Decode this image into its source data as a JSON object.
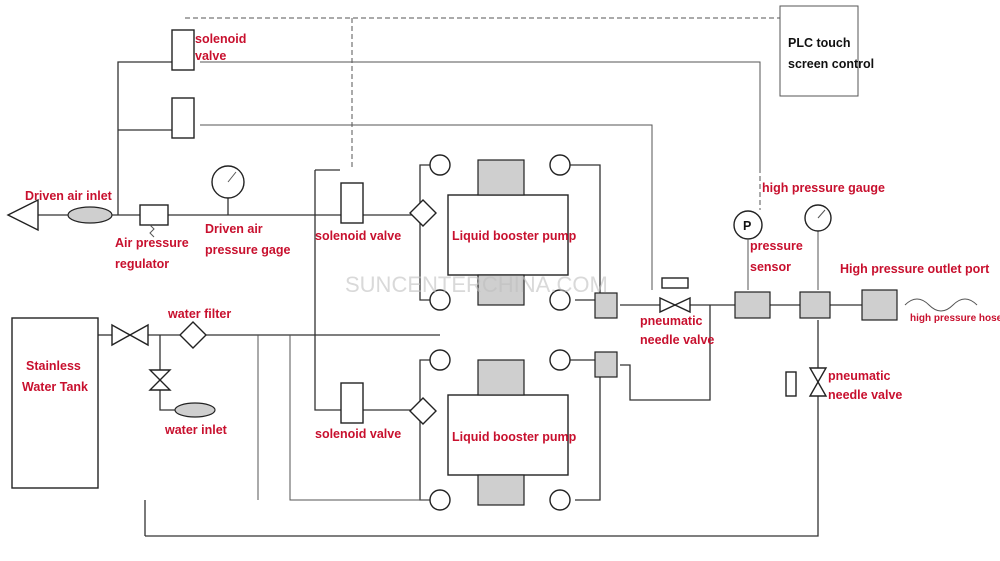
{
  "labels": {
    "driven_air_inlet": "Driven air inlet",
    "solenoid_valve_top_1": "solenoid",
    "solenoid_valve_top_2": "valve",
    "plc_1": "PLC touch",
    "plc_2": "screen control",
    "air_pressure_regulator_1": "Air pressure",
    "air_pressure_regulator_2": "regulator",
    "driven_air_pressure_gage_1": "Driven air",
    "driven_air_pressure_gage_2": "pressure gage",
    "solenoid_valve_mid": "solenoid valve",
    "liquid_booster_pump_upper": "Liquid booster pump",
    "high_pressure_gauge": "high pressure gauge",
    "pressure_sensor_1": "pressure",
    "pressure_sensor_2": "sensor",
    "high_pressure_outlet_port": "High pressure outlet port",
    "high_pressure_hose": "high pressure hose",
    "water_filter": "water filter",
    "stainless_water_tank_1": "Stainless",
    "stainless_water_tank_2": "Water Tank",
    "pneumatic_needle_valve_mid_1": "pneumatic",
    "pneumatic_needle_valve_mid_2": "needle valve",
    "pneumatic_needle_valve_right_1": "pneumatic",
    "pneumatic_needle_valve_right_2": "needle valve",
    "water_inlet": "water inlet",
    "solenoid_valve_low": "solenoid valve",
    "liquid_booster_pump_lower": "Liquid booster pump"
  },
  "watermark": "SUNCENTERCHINA.COM"
}
